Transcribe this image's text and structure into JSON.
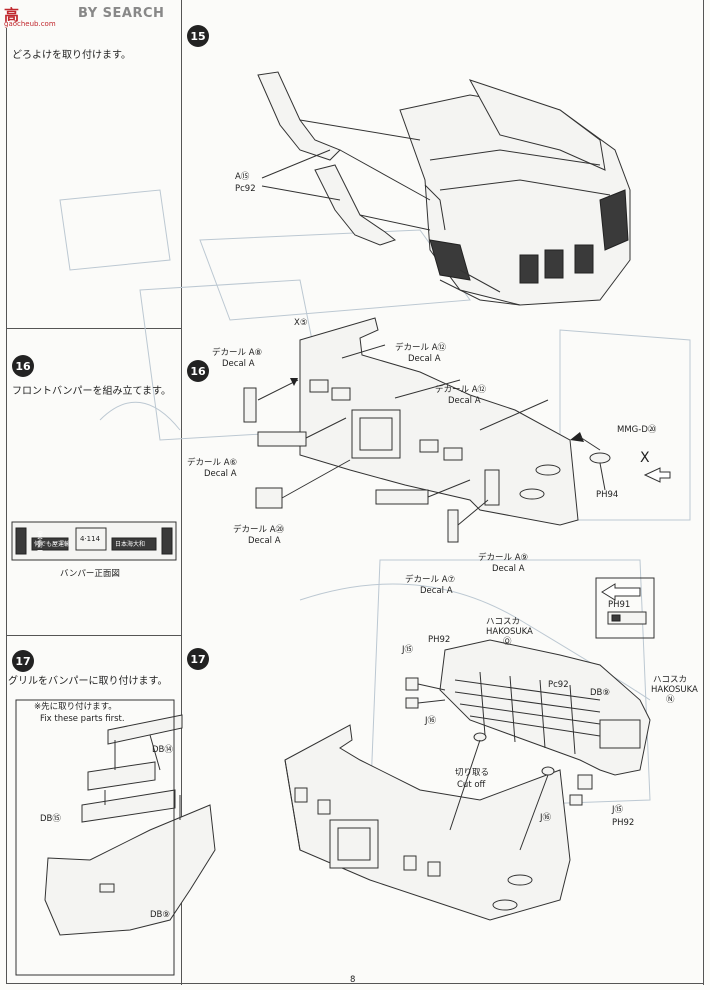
{
  "logo": {
    "brand_a": "高",
    "brand_b": "BY SEARCH",
    "sub": "gaocheub.com"
  },
  "page_number": "8",
  "left": {
    "instruction_15": "どろよけを取り付けます。",
    "step_16": "16",
    "instruction_16": "フロントバンパーを組み立てます。",
    "bumper_caption": "バンパー正面図",
    "bumper_display": "4·114",
    "bumper_left_sign": "安全第一",
    "bumper_mid_sign": "何でも屋運輸",
    "bumper_right_sign": "日本海大和",
    "step_17": "17",
    "instruction_17": "グリルをバンパーに取り付けます。",
    "fix_jp": "※先に取り付けます。",
    "fix_en": "Fix these parts first.",
    "db14": "DB⑭",
    "db15": "DB⑮",
    "db9": "DB⑨"
  },
  "right": {
    "step_15": "15",
    "step_16": "16",
    "step_17": "17",
    "a15": "A⑮",
    "pc92": "Pc92",
    "x5": "X⑤",
    "decal_a8_jp": "デカール A⑧",
    "decal_a8_en": "Decal A",
    "decal_a12a_jp": "デカール A⑫",
    "decal_a12a_en": "Decal A",
    "decal_a12b_jp": "デカール A⑫",
    "decal_a12b_en": "Decal A",
    "decal_a6_jp": "デカール A⑥",
    "decal_a6_en": "Decal A",
    "decal_a20_jp": "デカール A⑳",
    "decal_a20_en": "Decal A",
    "decal_a9_jp": "デカール A⑨",
    "decal_a9_en": "Decal A",
    "decal_a7_jp": "デカール A⑦",
    "decal_a7_en": "Decal A",
    "mmg_d20": "MMG-D⑳",
    "ph94": "PH94",
    "x_mark": "X",
    "ph91": "PH91",
    "j15_top": "J⑮",
    "ph92_top": "PH92",
    "hakosuka_o_jp": "ハコスカ",
    "hakosuka_o_en": "HAKOSUKA",
    "hakosuka_o_num": "Ⓞ",
    "pc92_b": "Pc92",
    "db9_r": "DB⑨",
    "j16_a": "J⑯",
    "hakosuka_n_jp": "ハコスカ",
    "hakosuka_n_en": "HAKOSUKA",
    "hakosuka_n_num": "Ⓝ",
    "cutoff_jp": "切り取る",
    "cutoff_en": "Cut off",
    "j16_b": "J⑯",
    "j15_b": "J⑮",
    "ph92_b": "PH92"
  }
}
